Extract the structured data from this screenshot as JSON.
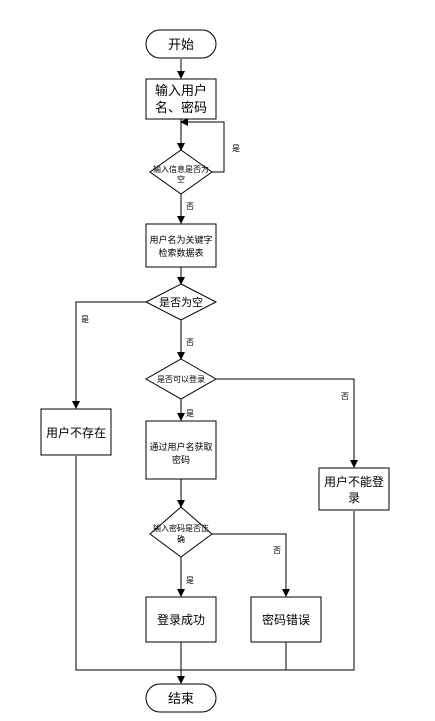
{
  "flowchart": {
    "start": "开始",
    "input_box": [
      "输入用户",
      "名、密码"
    ],
    "decision_empty_info": [
      "输入信息是否为",
      "空"
    ],
    "query_box": [
      "用户名为关键字",
      "检索数据表"
    ],
    "decision_empty": "是否为空",
    "decision_login": "是否可以登录",
    "user_not_exist": "用户不存在",
    "fetch_password": [
      "通过用户名获取",
      "密码"
    ],
    "cannot_login": [
      "用户不能登",
      "录"
    ],
    "decision_password": [
      "输入密码是否正",
      "确"
    ],
    "login_success": "登录成功",
    "password_error": "密码错误",
    "end": "结束",
    "yes": "是",
    "no": "否"
  }
}
